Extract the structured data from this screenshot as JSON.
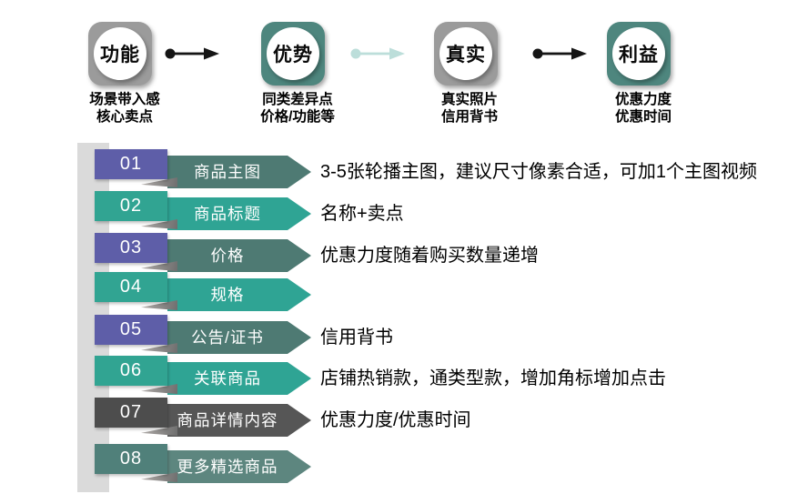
{
  "palette": {
    "number_purple": "#5e5ea8",
    "number_teal": "#31a492",
    "number_gray": "#4d4d4d",
    "number_slate": "#50807a",
    "banner_slate": "#4e7a73",
    "banner_teal": "#2fa494",
    "banner_gray": "#565656",
    "banner_slate_light": "#5d867f",
    "node_gray": "#9b9b9b",
    "node_teal": "#4e867e",
    "arrow_black": "#151515",
    "arrow_pale_teal": "#bcdeda",
    "track_gray": "#dadada"
  },
  "flow": {
    "nodes": [
      {
        "label": "功能",
        "caption_line1": "场景带入感",
        "caption_line2": "核心卖点"
      },
      {
        "label": "优势",
        "caption_line1": "同类差异点",
        "caption_line2": "价格/功能等"
      },
      {
        "label": "真实",
        "caption_line1": "真实照片",
        "caption_line2": "信用背书"
      },
      {
        "label": "利益",
        "caption_line1": "优惠力度",
        "caption_line2": "优惠时间"
      }
    ],
    "arrow_icons": [
      "black-dot-arrow",
      "pale-teal-dot-arrow",
      "black-dot-arrow"
    ]
  },
  "list": {
    "rows": [
      {
        "num": "01",
        "label": "商品主图",
        "desc": "3-5张轮播主图，建议尺寸像素合适，可加1个主图视频"
      },
      {
        "num": "02",
        "label": "商品标题",
        "desc": "名称+卖点"
      },
      {
        "num": "03",
        "label": "价格",
        "desc": "优惠力度随着购买数量递增"
      },
      {
        "num": "04",
        "label": "规格",
        "desc": ""
      },
      {
        "num": "05",
        "label": "公告/证书",
        "desc": "信用背书"
      },
      {
        "num": "06",
        "label": "关联商品",
        "desc": "店铺热销款，通类型款，增加角标增加点击"
      },
      {
        "num": "07",
        "label": "商品详情内容",
        "desc": "优惠力度/优惠时间"
      },
      {
        "num": "08",
        "label": "更多精选商品",
        "desc": ""
      }
    ]
  }
}
